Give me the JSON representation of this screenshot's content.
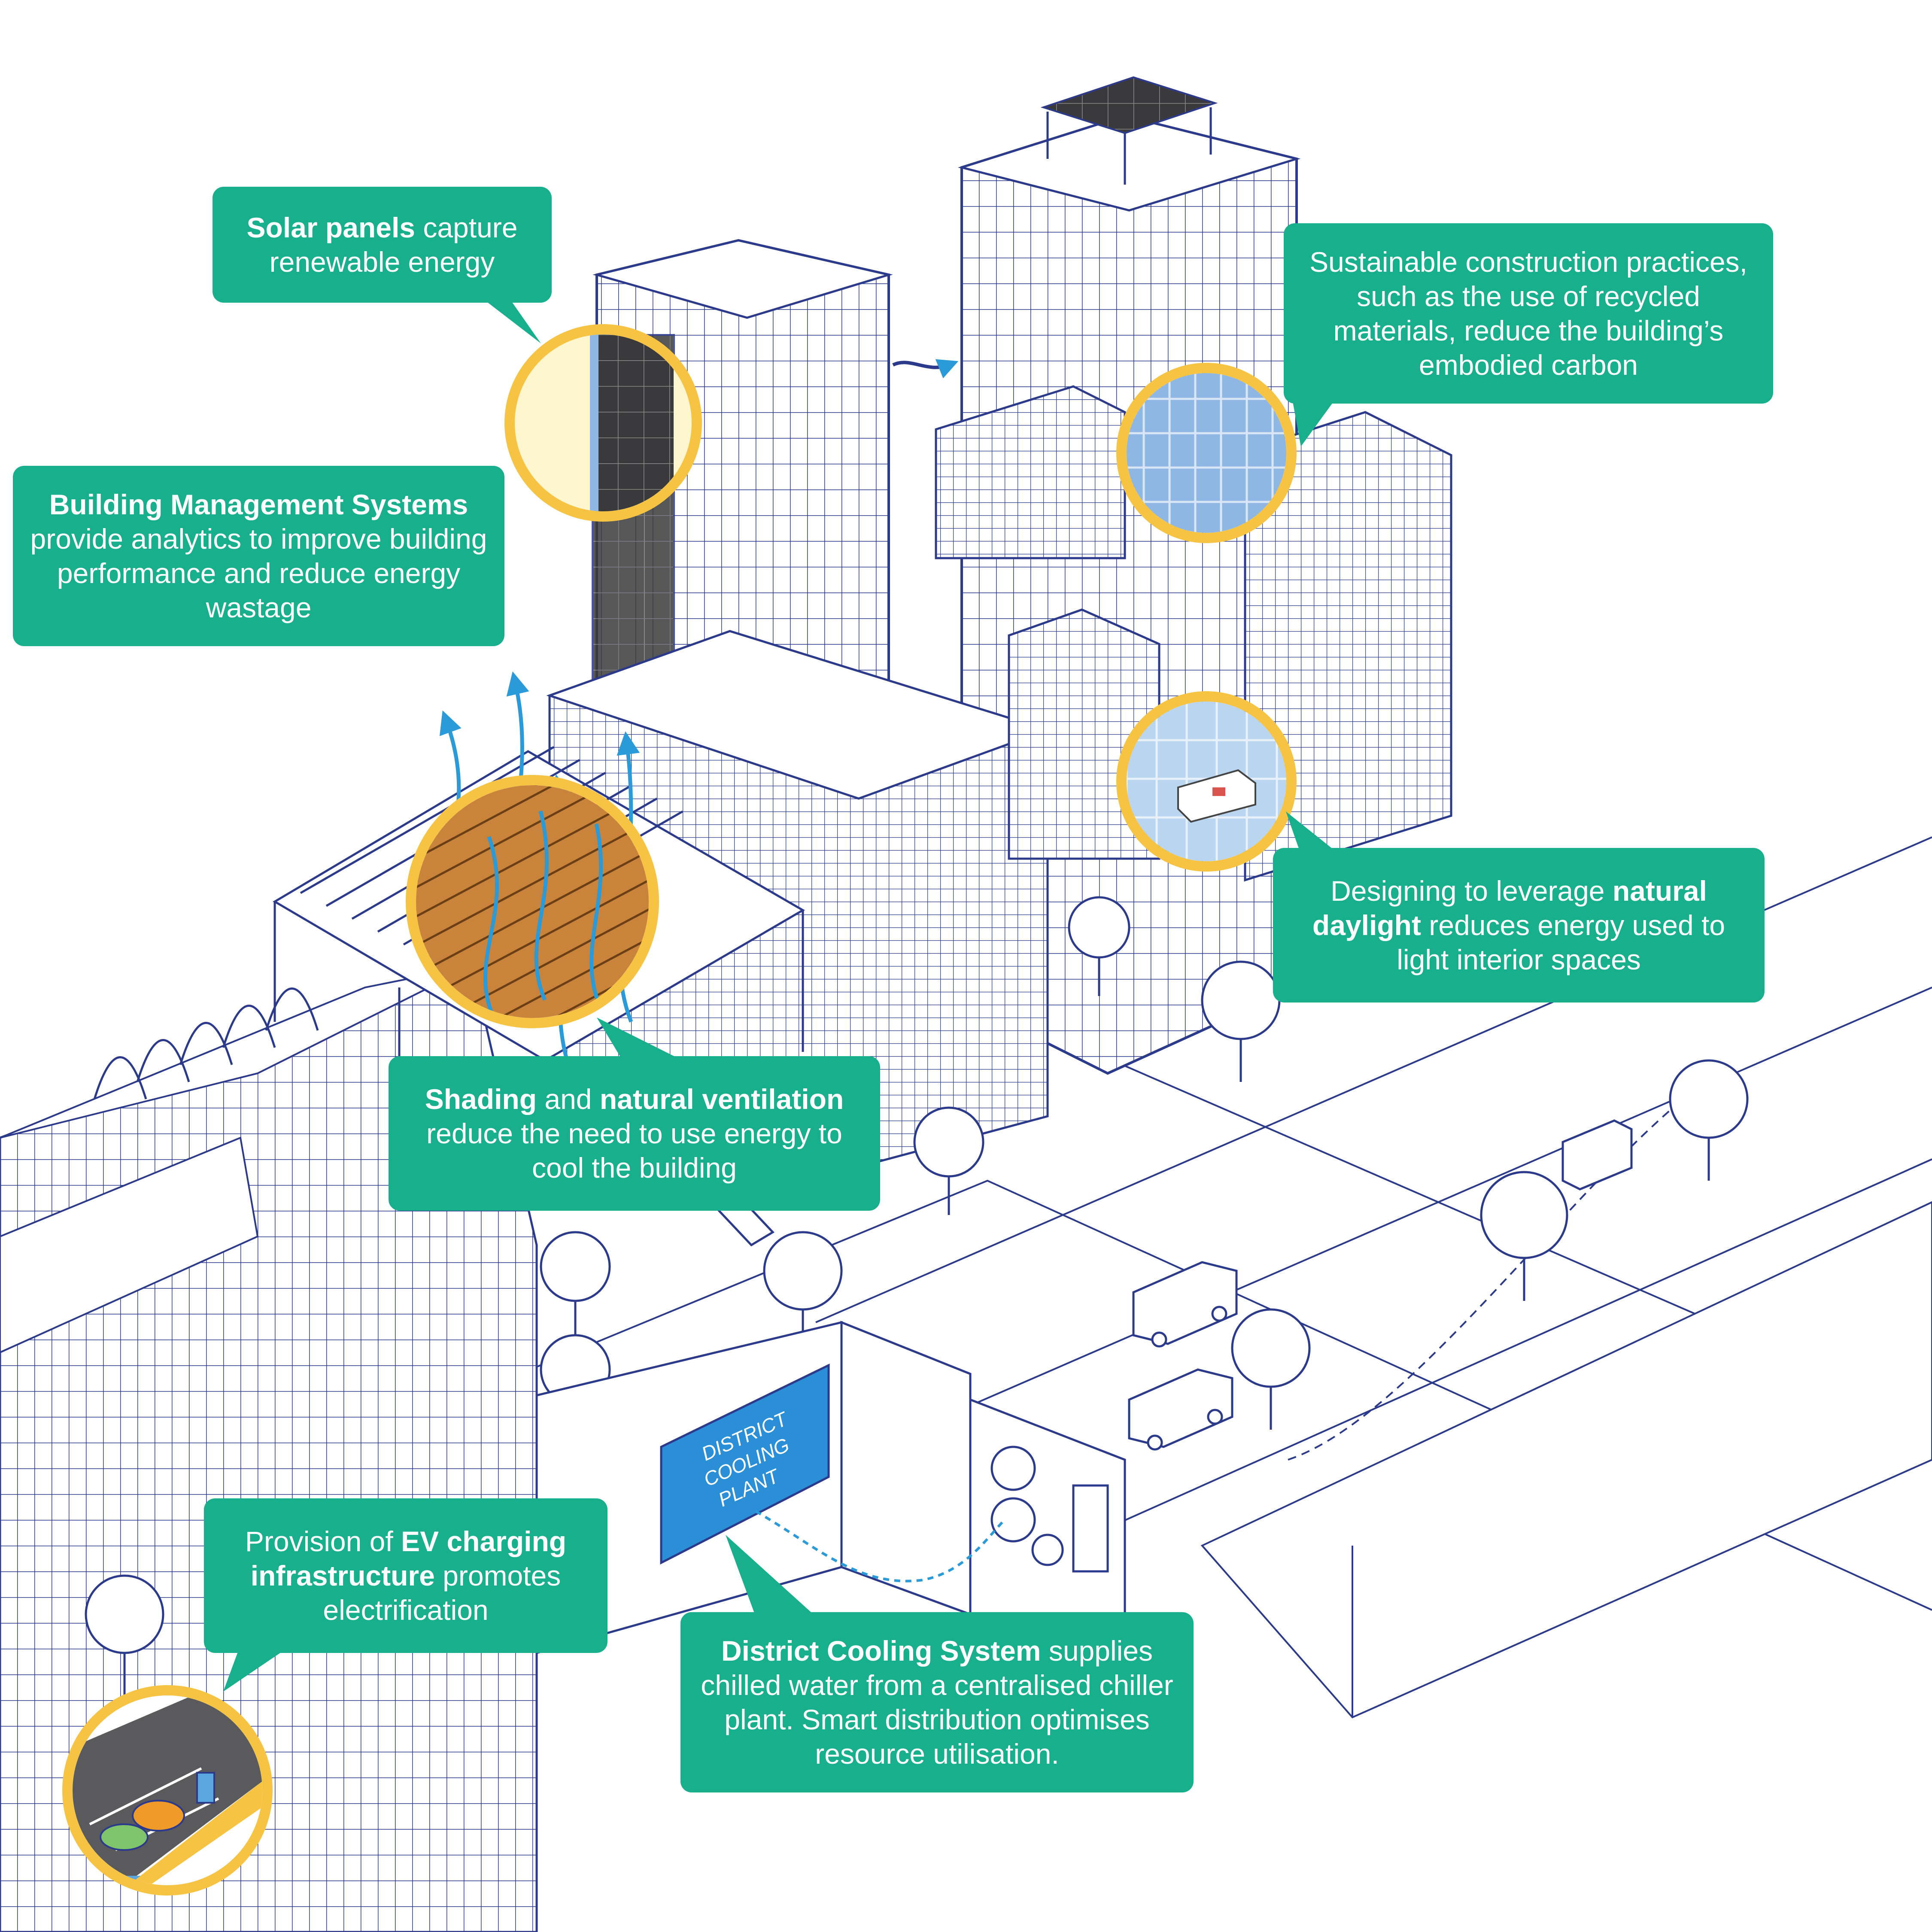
{
  "callouts": {
    "solar": {
      "bold": "Solar panels",
      "text": " capture renewable energy"
    },
    "bms": {
      "bold": "Building Management Systems",
      "text": " provide analytics to improve building performance and reduce energy wastage"
    },
    "construction": {
      "text": "Sustainable construction practices, such as  the use of recycled materials, reduce the building’s embodied carbon"
    },
    "daylight": {
      "pre": "Designing to leverage ",
      "bold": "natural daylight",
      "text": " reduces energy used to light interior spaces"
    },
    "shading": {
      "bold1": "Shading",
      "mid": " and ",
      "bold2": "natural ventilation",
      "text": " reduce the need to use energy to cool the building"
    },
    "ev": {
      "pre": "Provision of ",
      "bold": "EV charging infrastructure",
      "text": " promotes electrification"
    },
    "cooling": {
      "bold": "District Cooling System",
      "text": " supplies chilled water from a centralised chiller plant. Smart distribution optimises resource utilisation."
    }
  },
  "plant_sign": {
    "line1": "DISTRICT",
    "line2": "COOLING",
    "line3": "PLANT"
  },
  "colors": {
    "callout_bg": "#18b08c",
    "lens_ring": "#f6c343",
    "line_art": "#2c3a8c",
    "sign_blue": "#2a8fd6",
    "airflow": "#2b9ad8",
    "wood": "#c9833a"
  },
  "icons": [
    "solar-panel-icon",
    "airflow-arrow-icon",
    "tree-icon",
    "bus-icon",
    "ev-car-icon",
    "charger-icon",
    "cooling-pipe-icon"
  ]
}
